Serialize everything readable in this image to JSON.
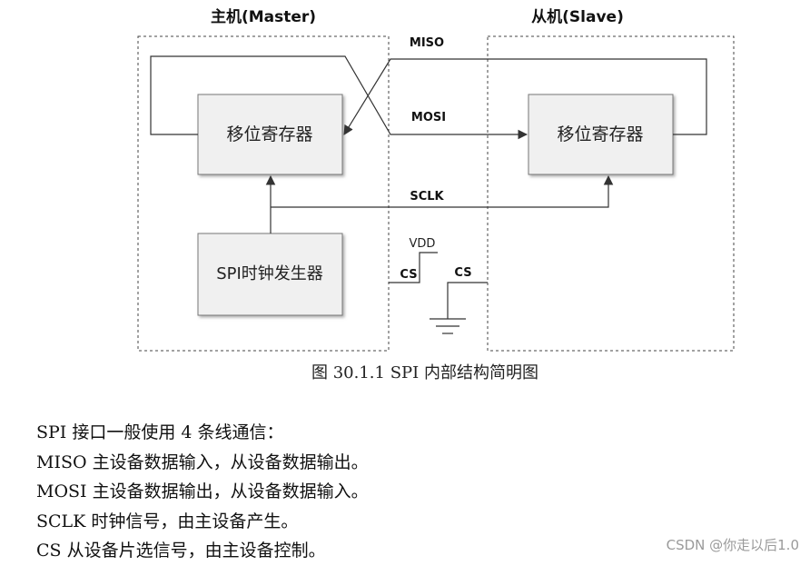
{
  "diagram": {
    "master_title": "主机(Master)",
    "slave_title": "从机(Slave)",
    "master_register": "移位寄存器",
    "slave_register": "移位寄存器",
    "clock_generator": "SPI时钟发生器",
    "signals": {
      "miso": "MISO",
      "mosi": "MOSI",
      "sclk": "SCLK",
      "vdd": "VDD",
      "cs_master": "CS",
      "cs_slave": "CS"
    },
    "caption": "图 30.1.1 SPI 内部结构简明图"
  },
  "text": {
    "lines": [
      "SPI 接口一般使用 4 条线通信：",
      "MISO  主设备数据输入，从设备数据输出。",
      "MOSI  主设备数据输出，从设备数据输入。",
      "SCLK 时钟信号，由主设备产生。",
      "CS 从设备片选信号，由主设备控制。"
    ]
  },
  "watermark": "CSDN @你走以后1.0"
}
